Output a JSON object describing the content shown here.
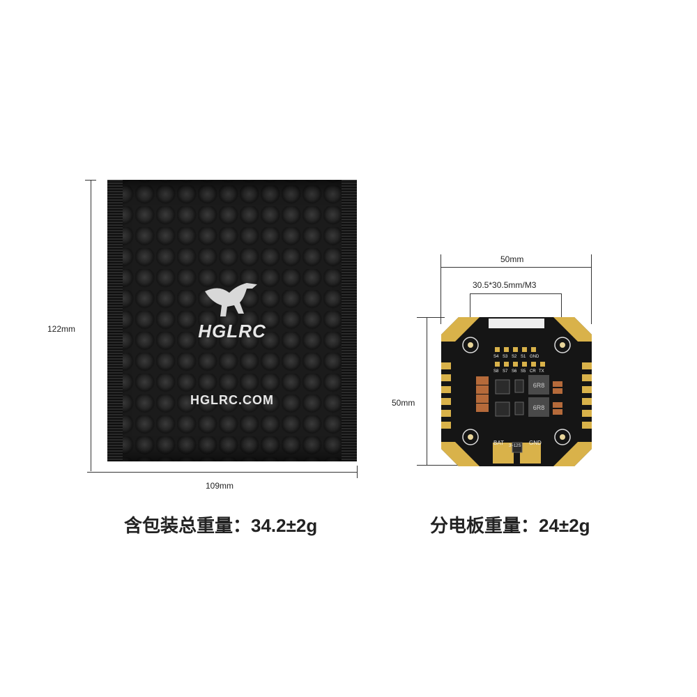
{
  "bag": {
    "logo_text": "HGLRC",
    "website": "HGLRC.COM",
    "height_label": "122mm",
    "width_label": "109mm",
    "caption": "含包装总重量：34.2±2g"
  },
  "board": {
    "width_label": "50mm",
    "mount_label": "30.5*30.5mm/M3",
    "height_label": "50mm",
    "caption": "分电板重量：24±2g",
    "pads_row1": [
      "S4",
      "S3",
      "S2",
      "S1",
      "GND"
    ],
    "pads_row2": [
      "S8",
      "S7",
      "S6",
      "S5",
      "CR",
      "TX"
    ],
    "inductor_label": "6R8",
    "power_labels": {
      "bat": "BAT",
      "range": "3~12S",
      "gnd": "GND"
    },
    "colors": {
      "pcb": "#151515",
      "pad": "#d9b24a",
      "inductor": "#4a4a4a",
      "capacitor": "#b56a3a"
    }
  }
}
